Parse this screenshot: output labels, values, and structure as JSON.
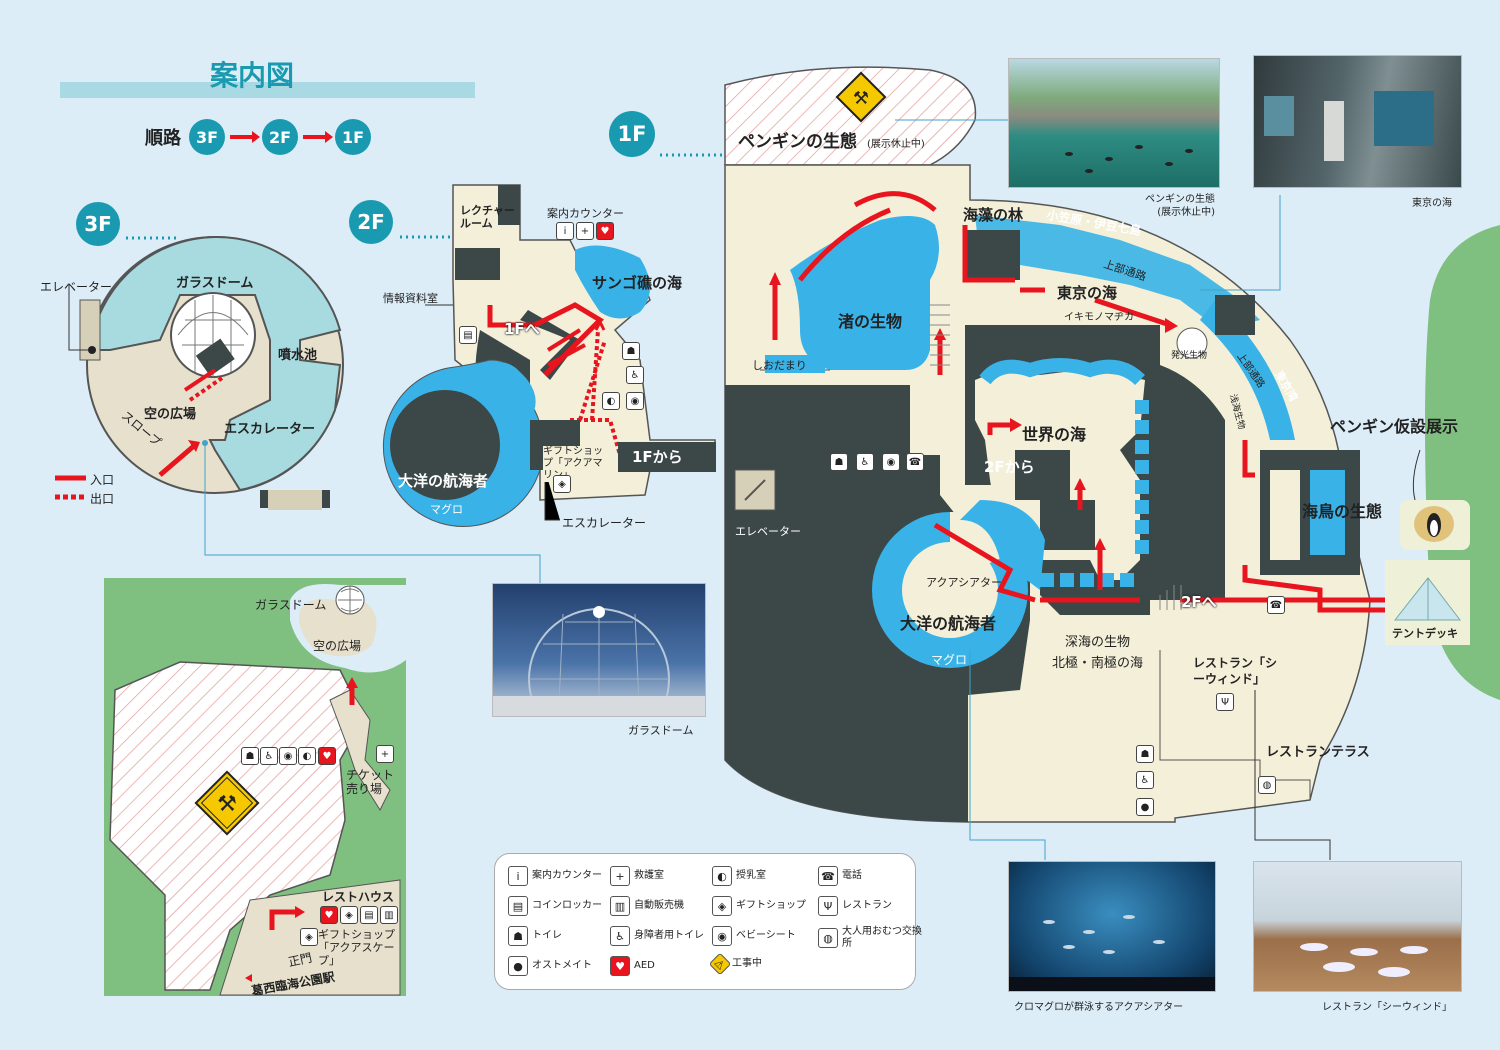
{
  "header": {
    "title": "案内図",
    "route_label": "順路",
    "route_floors": [
      "3F",
      "2F",
      "1F"
    ]
  },
  "floors": {
    "f3": {
      "badge": "3F",
      "labels": {
        "elevator": "エレベーター",
        "glass_dome": "ガラスドーム",
        "fountain": "噴水池",
        "sky_plaza": "空の広場",
        "escalator": "エスカレーター",
        "slope": "スロープ"
      }
    },
    "f2": {
      "badge": "2F",
      "labels": {
        "lecture_room": "レクチャールーム",
        "info_counter": "案内カウンター",
        "info_library": "情報資料室",
        "coral_sea": "サンゴ礁の海",
        "to_1f": "1Fへ",
        "from_1f": "1Fから",
        "gift_shop": "ギフトショップ「アクアマリン」",
        "ocean_voyager": "大洋の航海者",
        "tuna": "マグロ",
        "escalator": "エスカレーター"
      }
    },
    "f1": {
      "badge": "1F",
      "labels": {
        "penguin_ecology": "ペンギンの生態",
        "penguin_note": "(展示休止中)",
        "kelp_forest": "海藻の林",
        "ogasawara": "小笠原・伊豆七島",
        "upper_passage": "上部通路",
        "tokyo_sea": "東京の海",
        "isoginchaku": "イキモノマヂカ",
        "bioluminescence": "発光生物",
        "upper_passage2": "上部通路",
        "tokyo_bay": "東京湾",
        "shallow_sea": "浅海生物",
        "beach_life": "渚の生物",
        "tidepool": "しおだまり",
        "world_seas": "世界の海",
        "from_2f": "2Fから",
        "elevator": "エレベーター",
        "aqua_theater": "アクアシアター",
        "ocean_voyager": "大洋の航海者",
        "tuna": "マグロ",
        "deep_sea": "深海の生物",
        "polar_seas": "北極・南極の海",
        "to_2f": "2Fへ",
        "seabird": "海鳥の生態",
        "penguin_temp": "ペンギン仮設展示",
        "tent_deck": "テントデッキ",
        "restaurant": "レストラン「シーウィンド」",
        "restaurant_terrace": "レストランテラス"
      }
    },
    "outdoor": {
      "glass_dome": "ガラスドーム",
      "sky_plaza": "空の広場",
      "ticket": "チケット売り場",
      "resthouse": "レストハウス",
      "gift_shop": "ギフトショップ「アクアスケープ」",
      "main_gate": "正門",
      "station": "葛西臨海公園駅"
    }
  },
  "entrance_legend": {
    "entrance": "入口",
    "exit": "出口"
  },
  "photos": {
    "penguin": "ペンギンの生態(展示休止中)",
    "tokyo_sea": "東京の海",
    "glass_dome": "ガラスドーム",
    "tuna_theater": "クロマグロが群泳するアクアシアター",
    "restaurant": "レストラン「シーウィンド」"
  },
  "legend": [
    {
      "icon": "info-icon",
      "glyph": "i",
      "label": "案内カウンター"
    },
    {
      "icon": "first-aid-icon",
      "glyph": "+",
      "label": "救護室"
    },
    {
      "icon": "nursing-icon",
      "glyph": "◐",
      "label": "授乳室"
    },
    {
      "icon": "phone-icon",
      "glyph": "☎",
      "label": "電話"
    },
    {
      "icon": "locker-icon",
      "glyph": "▤",
      "label": "コインロッカー"
    },
    {
      "icon": "vending-icon",
      "glyph": "▥",
      "label": "自動販売機"
    },
    {
      "icon": "gift-icon",
      "glyph": "◈",
      "label": "ギフトショップ"
    },
    {
      "icon": "restaurant-icon",
      "glyph": "Ψ",
      "label": "レストラン"
    },
    {
      "icon": "toilet-icon",
      "glyph": "☗",
      "label": "トイレ"
    },
    {
      "icon": "accessible-toilet-icon",
      "glyph": "♿",
      "label": "身障者用トイレ"
    },
    {
      "icon": "baby-seat-icon",
      "glyph": "◉",
      "label": "ベビーシート"
    },
    {
      "icon": "diaper-icon",
      "glyph": "◍",
      "label": "大人用おむつ交換所"
    },
    {
      "icon": "ostomate-icon",
      "glyph": "●",
      "label": "オストメイト"
    },
    {
      "icon": "aed-icon",
      "glyph": "♥",
      "label": "AED"
    },
    {
      "icon": "construction-icon",
      "glyph": "⚠",
      "label": "工事中"
    }
  ],
  "colors": {
    "teal": "#1a9ab0",
    "water": "#39b2e8",
    "dark": "#3c4748",
    "floor": "#f3efd8",
    "route_red": "#e8141e",
    "park_green": "#7fbf7f"
  }
}
